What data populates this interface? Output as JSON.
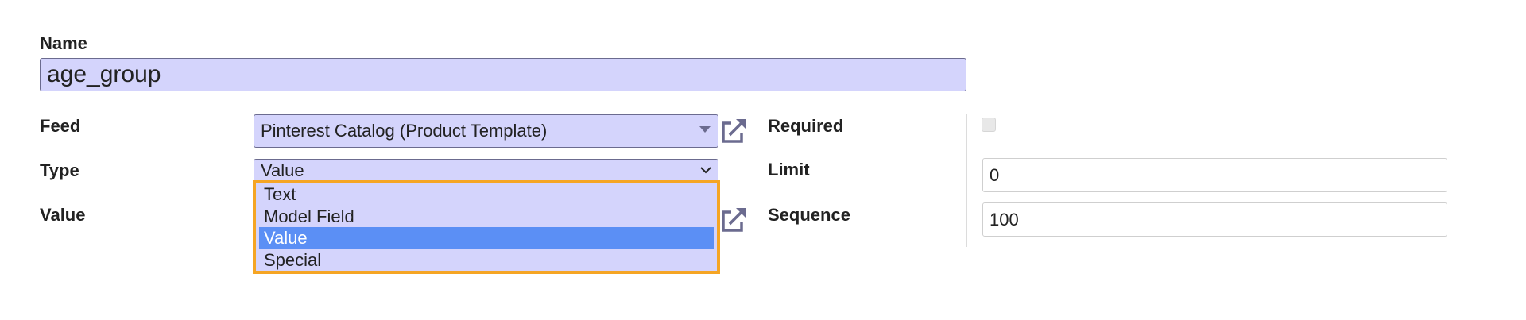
{
  "form": {
    "name": {
      "label": "Name",
      "value": "age_group"
    },
    "feed": {
      "label": "Feed",
      "value": "Pinterest Catalog (Product Template)"
    },
    "type": {
      "label": "Type",
      "value": "Value",
      "options": [
        "Text",
        "Model Field",
        "Value",
        "Special"
      ],
      "selected_index": 2
    },
    "value": {
      "label": "Value"
    },
    "required": {
      "label": "Required",
      "checked": false
    },
    "limit": {
      "label": "Limit",
      "value": "0"
    },
    "sequence": {
      "label": "Sequence",
      "value": "100"
    }
  },
  "colors": {
    "field_bg": "#d4d4fc",
    "field_border": "#6b6b8f",
    "highlight_border": "#f5a524",
    "selected_option": "#5b8ff5"
  },
  "icons": {
    "external_link": "external-link-icon",
    "dropdown_caret": "caret-down-icon",
    "select_chevron": "chevron-down-icon"
  }
}
